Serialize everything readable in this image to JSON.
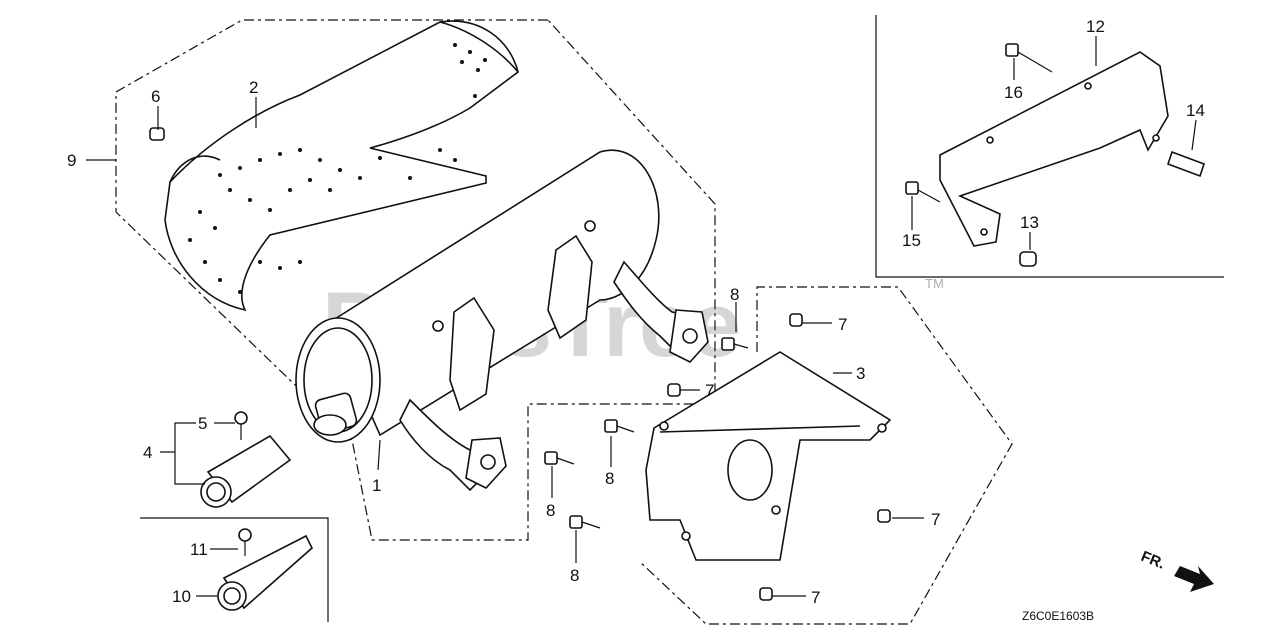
{
  "diagram": {
    "watermark": "PartsTree",
    "trademark": "TM",
    "diagram_code": "Z6C0E1603B",
    "direction_label": "FR.",
    "callouts": {
      "c1": "1",
      "c2": "2",
      "c3": "3",
      "c4": "4",
      "c5": "5",
      "c6": "6",
      "c7a": "7",
      "c7b": "7",
      "c7c": "7",
      "c7d": "7",
      "c8a": "8",
      "c8b": "8",
      "c8c": "8",
      "c8d": "8",
      "c9": "9",
      "c10": "10",
      "c11": "11",
      "c12": "12",
      "c13": "13",
      "c14": "14",
      "c15": "15",
      "c16": "16"
    }
  }
}
